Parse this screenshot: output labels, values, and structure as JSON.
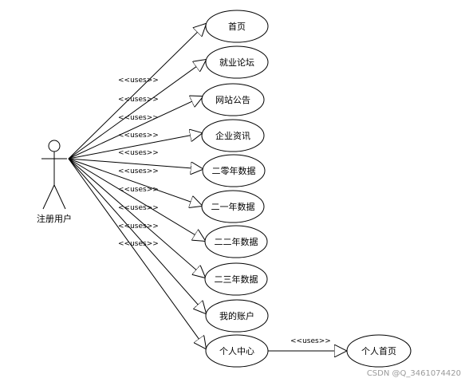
{
  "actor": {
    "name": "注册用户"
  },
  "relation_label": "<<uses>>",
  "use_cases": [
    "首页",
    "就业论坛",
    "网站公告",
    "企业资讯",
    "二零年数据",
    "二一年数据",
    "二二年数据",
    "二三年数据",
    "我的账户",
    "个人中心"
  ],
  "extra_use_case": "个人首页",
  "watermark": "CSDN @Q_3461074420"
}
